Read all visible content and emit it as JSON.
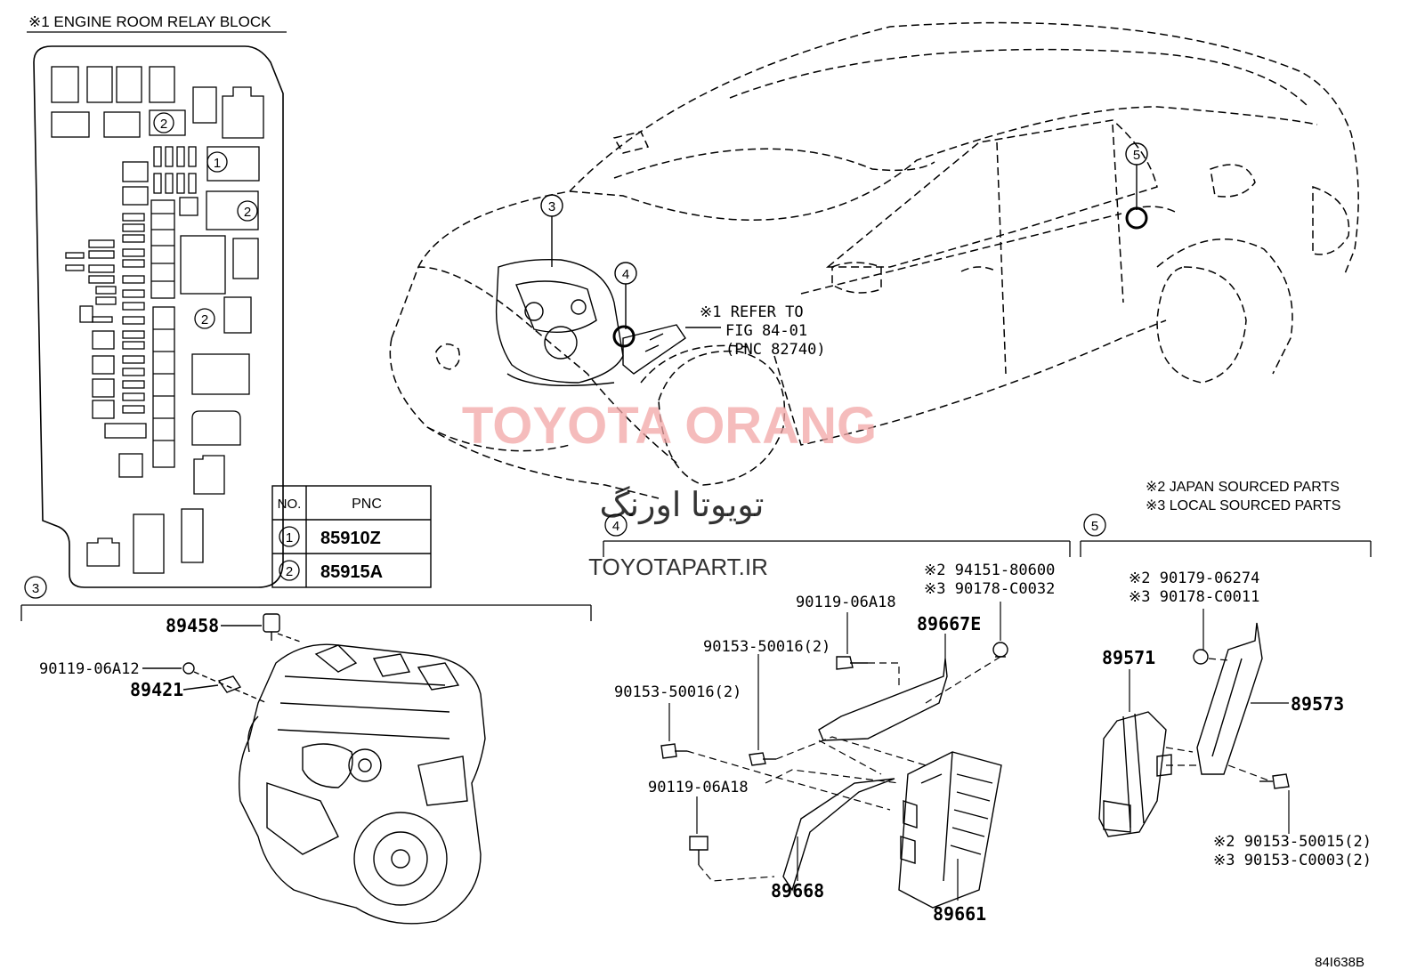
{
  "relay_block": {
    "title": "※1 ENGINE ROOM RELAY BLOCK",
    "callout_1": "1",
    "callout_2": "2"
  },
  "pnc_table": {
    "col_no": "NO.",
    "col_pnc": "PNC",
    "rows": [
      {
        "no": "1",
        "pnc": "85910Z"
      },
      {
        "no": "2",
        "pnc": "85915A"
      }
    ]
  },
  "car_callouts": {
    "c3": "3",
    "c4": "4",
    "c5": "5"
  },
  "refer": {
    "line1": "※1 REFER TO",
    "line2": "FIG 84-01",
    "line3": "(PNC 82740)"
  },
  "notes": {
    "japan": "※2 JAPAN SOURCED PARTS",
    "local": "※3 LOCAL SOURCED PARTS"
  },
  "section3": {
    "callout": "3",
    "p89458": "89458",
    "p90119_06A12": "90119-06A12",
    "p89421": "89421"
  },
  "section4": {
    "callout": "4",
    "p94151": "※2 94151-80600",
    "p90178_C0032": "※3 90178-C0032",
    "p90119_top": "90119-06A18",
    "p89667E": "89667E",
    "p90153_a": "90153-50016(2)",
    "p90153_b": "90153-50016(2)",
    "p90119_bot": "90119-06A18",
    "p89668": "89668",
    "p89661": "89661"
  },
  "section5": {
    "callout": "5",
    "p90179": "※2 90179-06274",
    "p90178_C0011": "※3 90178-C0011",
    "p89571": "89571",
    "p89573": "89573",
    "p90153_50015": "※2 90153-50015(2)",
    "p90153_C0003": "※3 90153-C0003(2)"
  },
  "watermark": {
    "en": "TOYOTA ORANG",
    "fa": "تویوتا اورنگ",
    "url": "TOYOTAPART.IR"
  },
  "figure_code": "84I638B",
  "colors": {
    "ink": "#000000",
    "watermark": "#f2a6a6"
  }
}
